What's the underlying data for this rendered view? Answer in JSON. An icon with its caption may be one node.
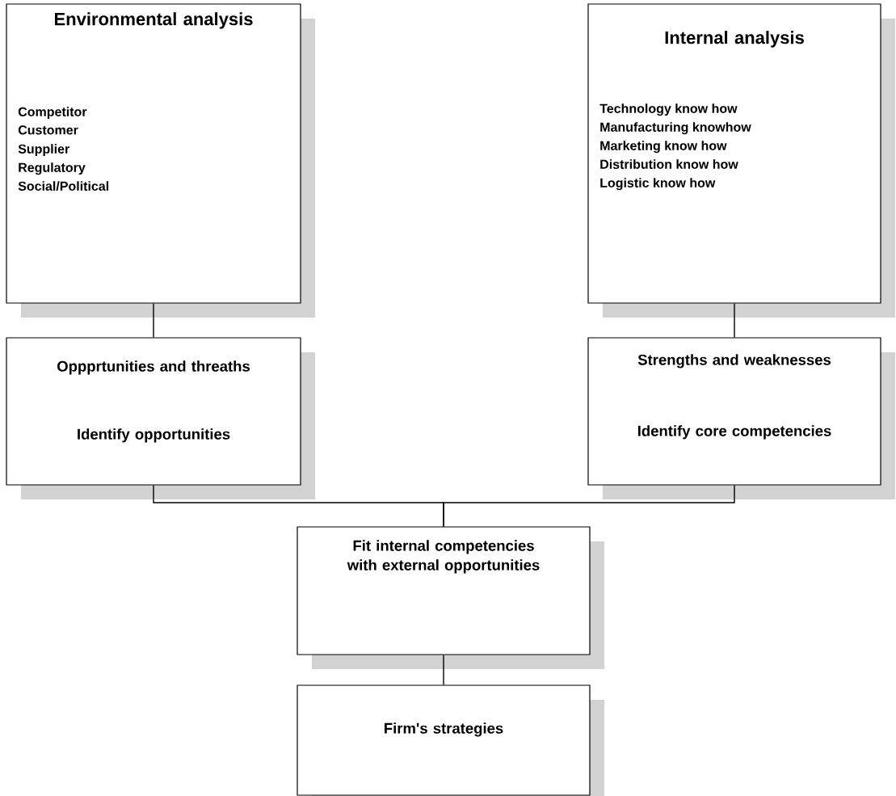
{
  "diagram": {
    "nodes": [
      {
        "text": [
          "Environmental analysis",
          "Competitor",
          "Customer",
          "Supplier",
          "Regulatory",
          "Social/Political"
        ]
      },
      {
        "text": [
          "Internal analysis",
          "Technology know how",
          "Manufacturing knowhow",
          "Marketing know how",
          "Distribution know how",
          "Logistic know how"
        ]
      },
      {
        "text": [
          "Oppprtunities and threaths",
          "Identify opportunities"
        ]
      },
      {
        "text": [
          "Strengths and weaknesses",
          "Identify core competencies"
        ]
      },
      {
        "text": [
          "Fit internal competencies with external opportunities"
        ]
      },
      {
        "text": [
          "Firm's strategies"
        ]
      }
    ],
    "edges": [
      {
        "from": 0,
        "to": 2,
        "arrow": "none"
      },
      {
        "from": 1,
        "to": 3,
        "arrow": "none"
      },
      {
        "from": 2,
        "to": 4,
        "arrow": "none"
      },
      {
        "from": 3,
        "to": 4,
        "arrow": "none"
      },
      {
        "from": 4,
        "to": 5,
        "arrow": "none"
      }
    ]
  }
}
